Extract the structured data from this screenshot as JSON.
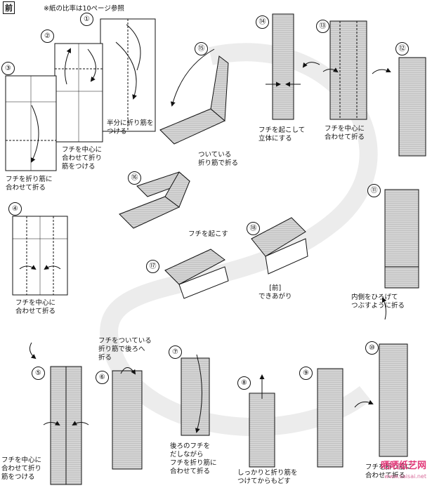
{
  "header": {
    "title": "前",
    "note": "※紙の比率は10ページ参照"
  },
  "steps": [
    {
      "n": "①",
      "text": "半分に折り筋を\nつける"
    },
    {
      "n": "②",
      "text": "フチを中心に\n合わせて折り\n筋をつける"
    },
    {
      "n": "③",
      "text": "フチを折り筋に\n合わせて折る"
    },
    {
      "n": "④",
      "text": "フチを中心に\n合わせて折る"
    },
    {
      "n": "⑤",
      "text": "フチを中心に\n合わせて折り\n筋をつける"
    },
    {
      "n": "⑥",
      "text": "フチをついている\n折り筋で後ろへ\n折る"
    },
    {
      "n": "⑦",
      "text": "後ろのフチを\nだしながら\nフチを折り筋に\n合わせて折る"
    },
    {
      "n": "⑧",
      "text": "しっかりと折り筋を\nつけてからもどす"
    },
    {
      "n": "⑨",
      "text": ""
    },
    {
      "n": "⑩",
      "text": "フチを折り筋に\n合わせて折る"
    },
    {
      "n": "⑪",
      "text": "内側をひろげて\nつぶすように折る"
    },
    {
      "n": "⑫",
      "text": ""
    },
    {
      "n": "⑬",
      "text": "フチを中心に\n合わせて折る"
    },
    {
      "n": "⑭",
      "text": "フチを起こして\n立体にする"
    },
    {
      "n": "⑮",
      "text": "ついている\n折り筋で折る"
    },
    {
      "n": "⑯",
      "text": ""
    },
    {
      "n": "⑰",
      "text": "フチを起こす"
    },
    {
      "n": "⑱",
      "text": ""
    }
  ],
  "result": {
    "badge": "[前]",
    "text": "できあがり"
  },
  "watermark": {
    "name": "晒晒纸艺网",
    "url": "www.saisai.net"
  },
  "colors": {
    "paper": "#ffffff",
    "shade": "#cfcfcf",
    "ink": "#111111",
    "watermark": "#e23a7a"
  }
}
